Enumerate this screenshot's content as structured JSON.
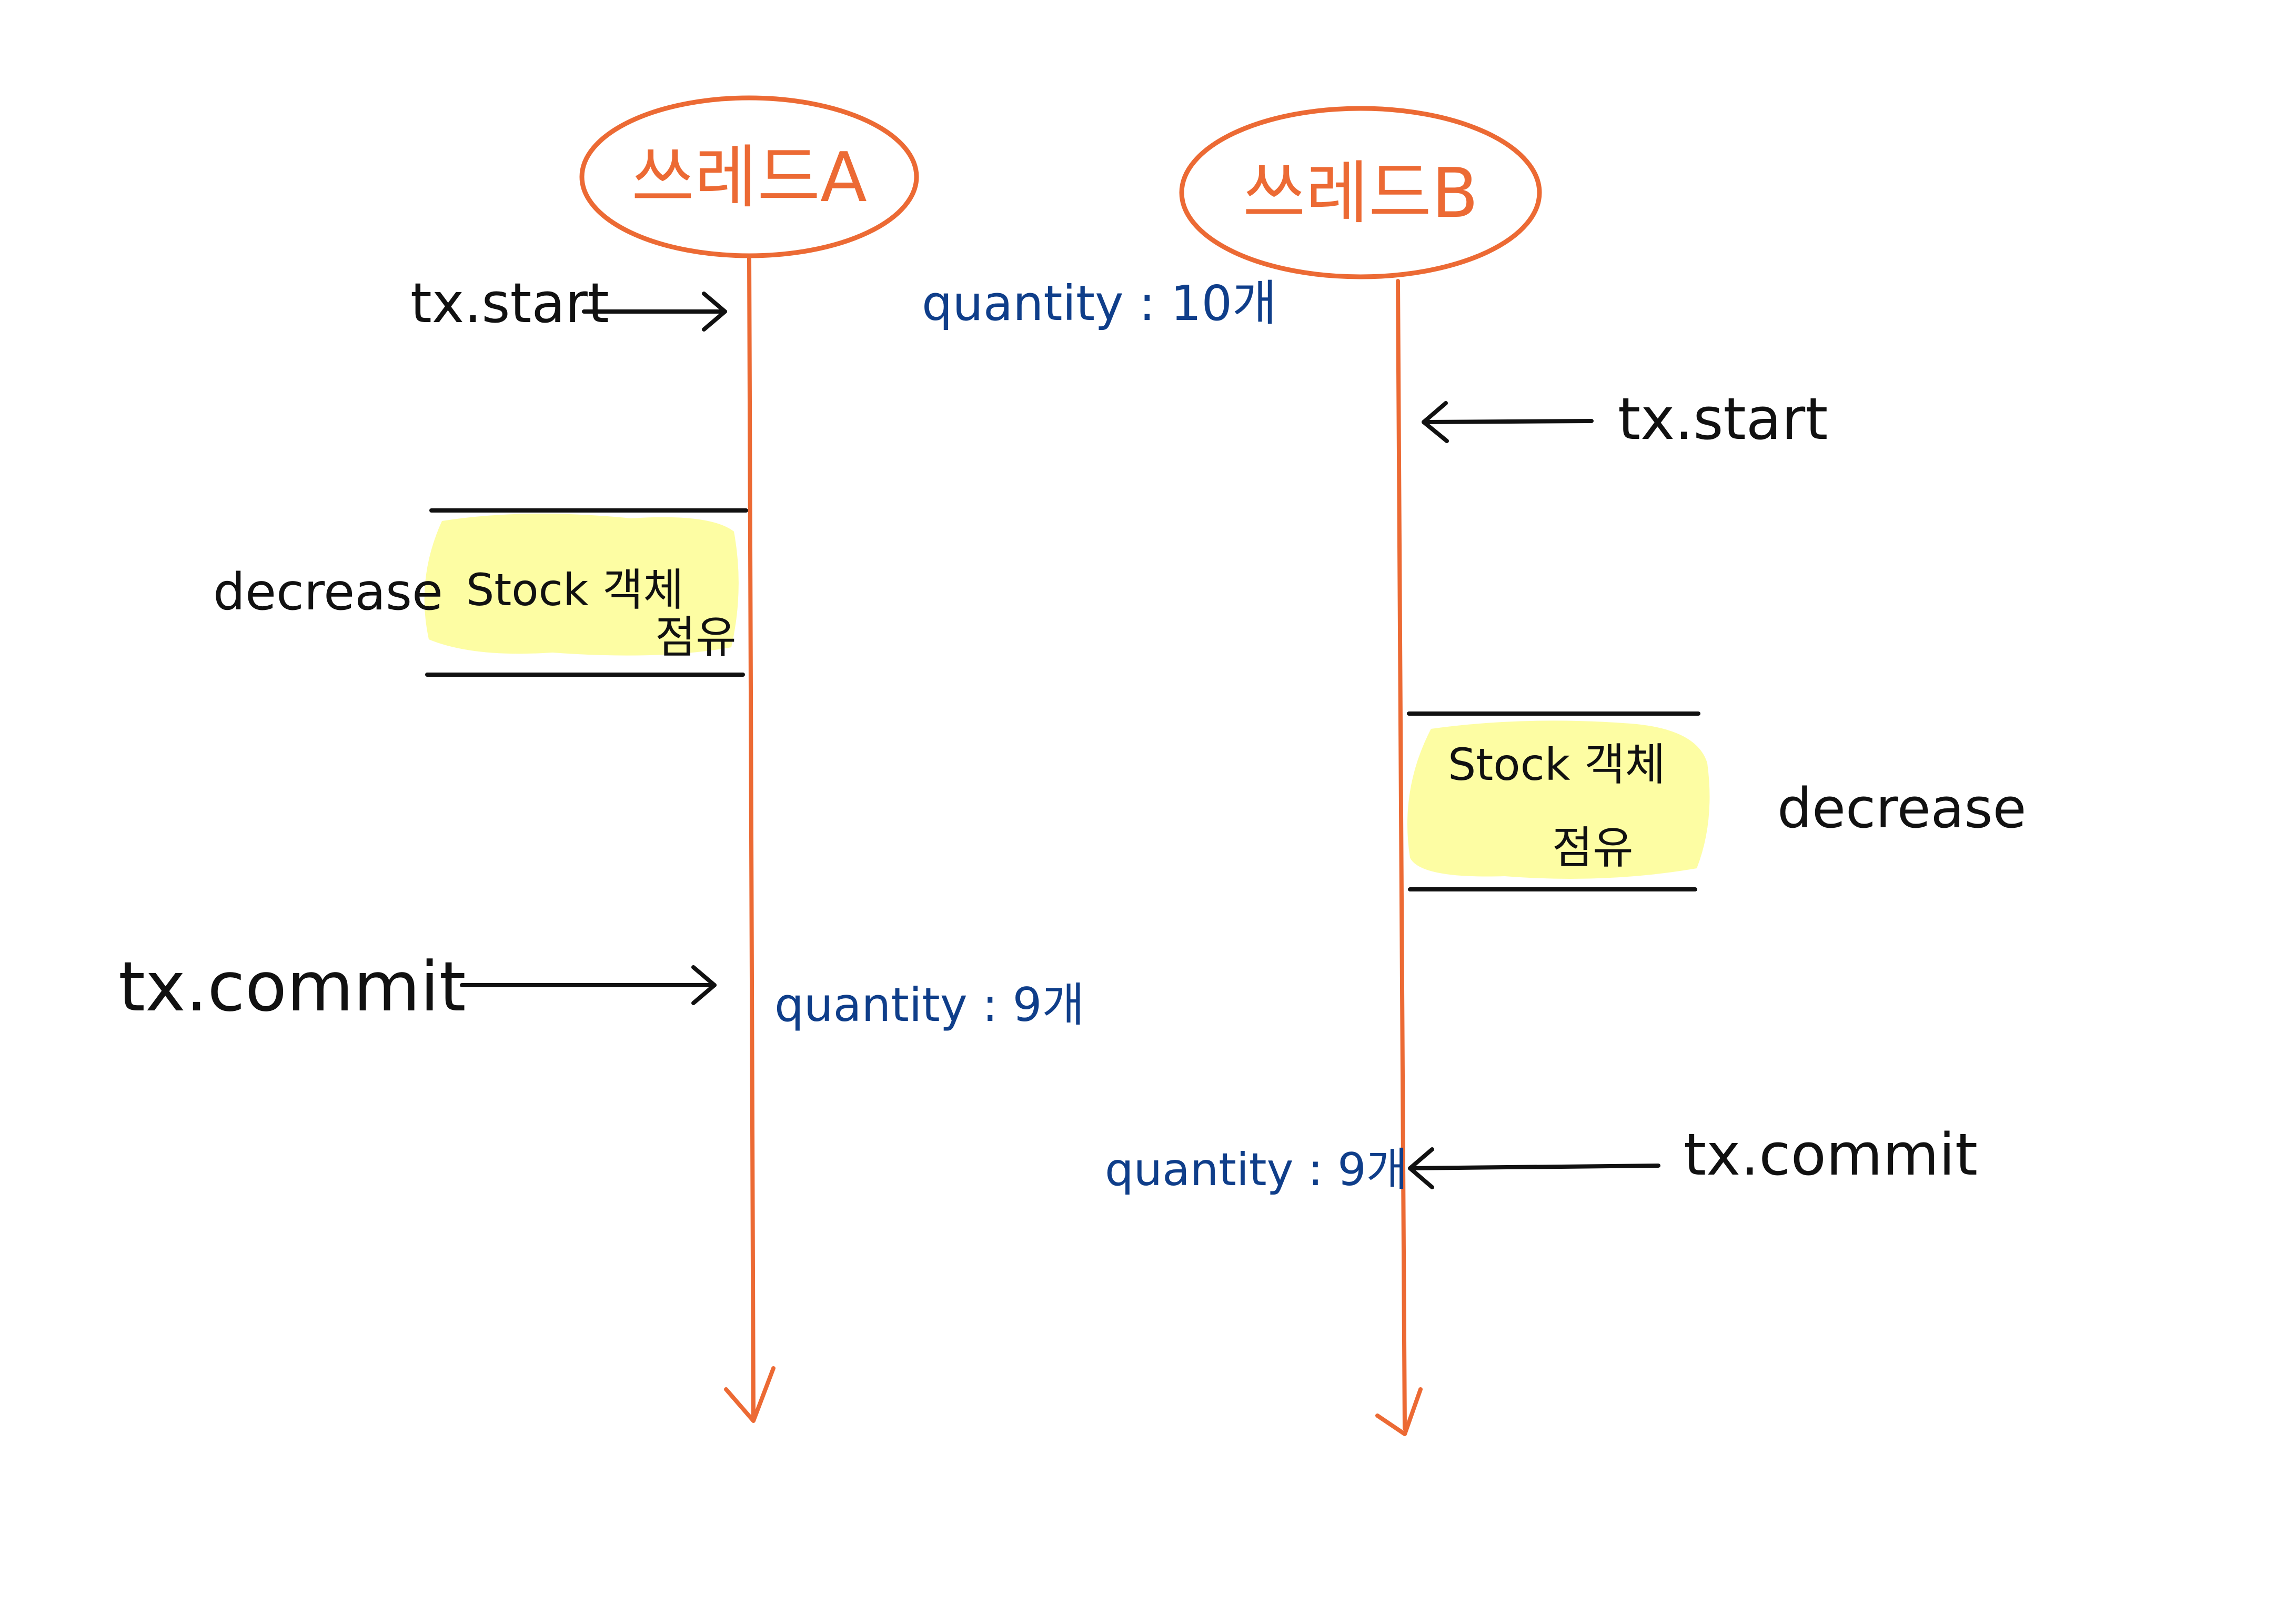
{
  "colors": {
    "thread": "#ec6a34",
    "ink": "#111111",
    "value": "#0f3e8a",
    "highlight": "#fdfd9e"
  },
  "threads": {
    "a": {
      "label": "쓰레드A"
    },
    "b": {
      "label": "쓰레드B"
    }
  },
  "thread_a": {
    "tx_start": "tx.start",
    "initial_quantity": "quantity : 10개",
    "decrease": "decrease",
    "box_line1": "Stock 객체",
    "box_line2": "점유",
    "tx_commit": "tx.commit",
    "commit_quantity": "quantity : 9개"
  },
  "thread_b": {
    "tx_start": "tx.start",
    "decrease": "decrease",
    "box_line1": "Stock 객체",
    "box_line2": "점유",
    "tx_commit": "tx.commit",
    "commit_quantity": "quantity : 9개"
  }
}
